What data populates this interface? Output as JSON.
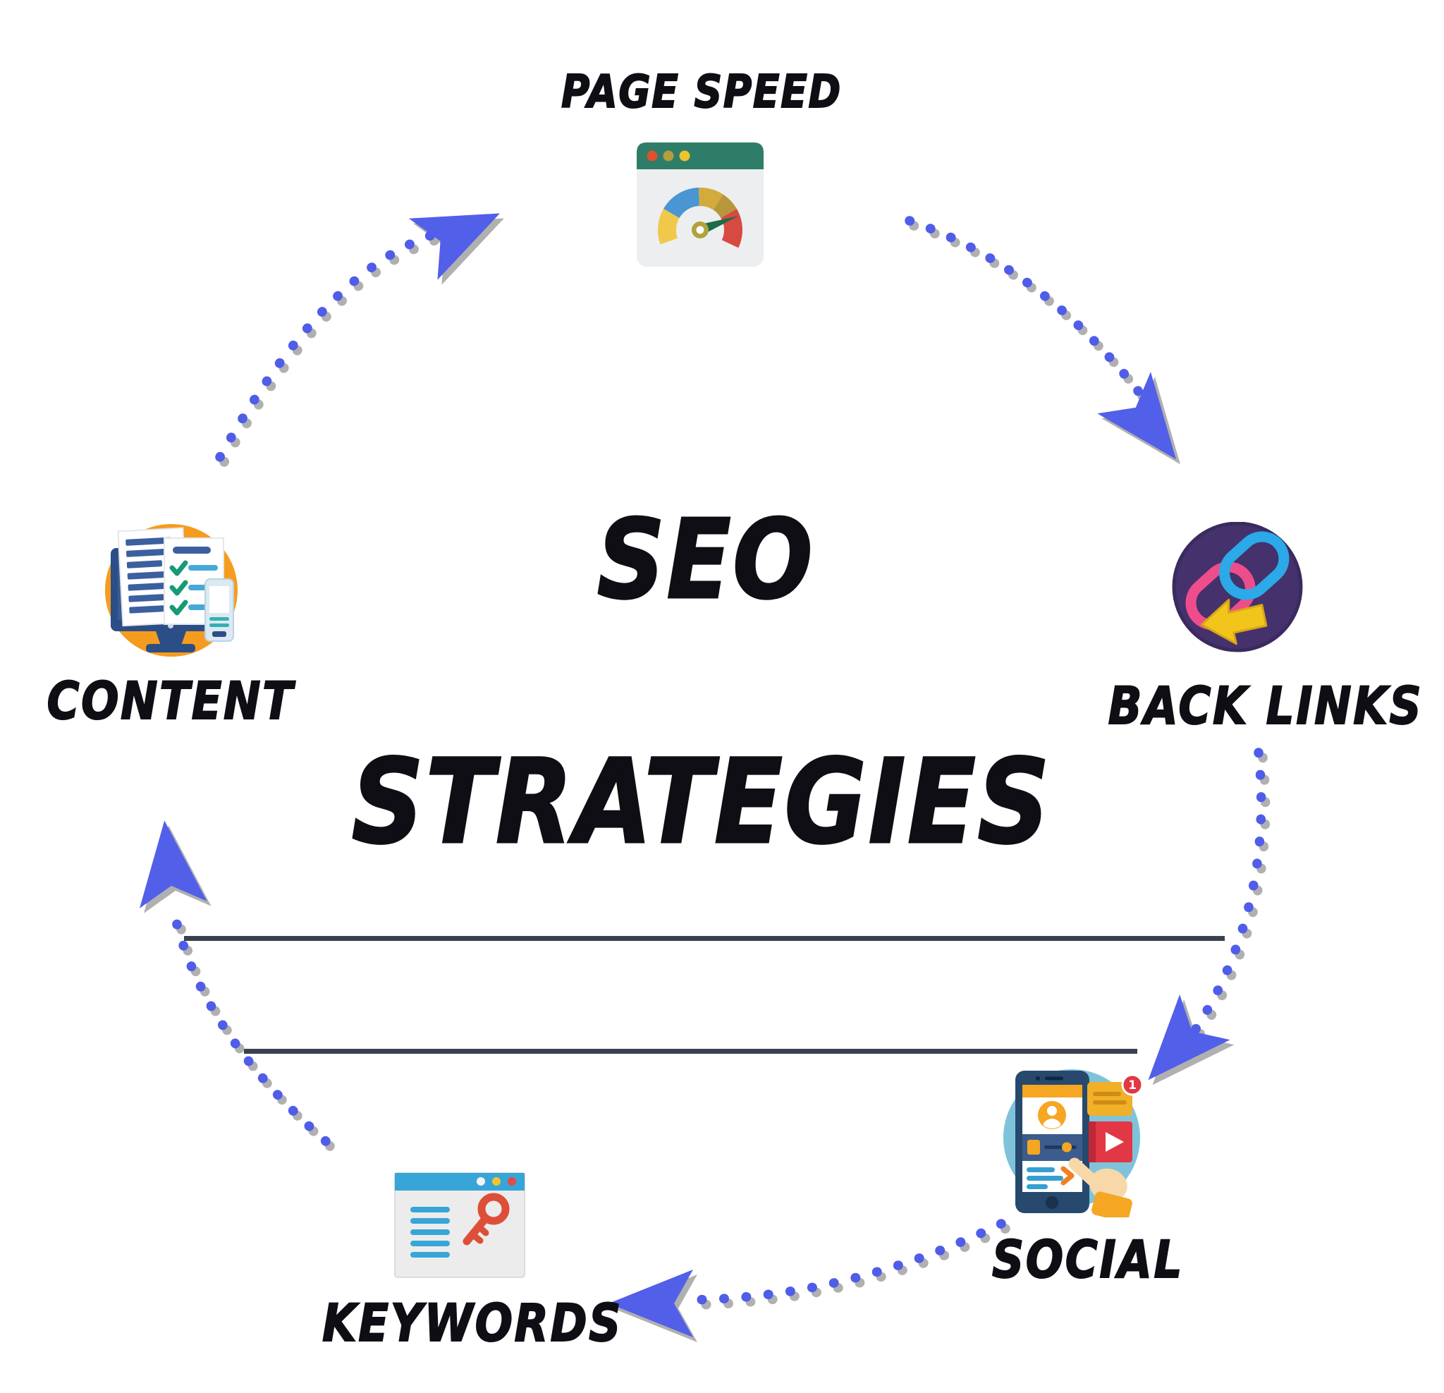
{
  "diagram": {
    "center_title_line1": "SEO",
    "center_title_line2": "STRATEGIES"
  },
  "nodes": {
    "page_speed": {
      "label": "PAGE SPEED"
    },
    "back_links": {
      "label": "BACK LINKS"
    },
    "social": {
      "label": "SOCIAL",
      "notification_count": "1"
    },
    "keywords": {
      "label": "KEYWORDS"
    },
    "content": {
      "label": "CONTENT"
    }
  },
  "colors": {
    "arrow_blue": "#4f5de8",
    "arrow_shadow_gray": "#8f8f8f",
    "connector_line": "#39404f",
    "label_text": "#0e0e14",
    "speedometer_header_green": "#2e7d68",
    "backlinks_purple": "#45316b",
    "backlinks_pink": "#ee4d8b",
    "backlinks_blue": "#2ba9e8",
    "backlinks_yellow": "#f2c51d",
    "content_orange": "#f59c1f",
    "social_light_blue": "#7fc3da",
    "keywords_bar_blue": "#38a5d8",
    "key_red": "#dd4f38",
    "badge_red": "#e23744"
  }
}
